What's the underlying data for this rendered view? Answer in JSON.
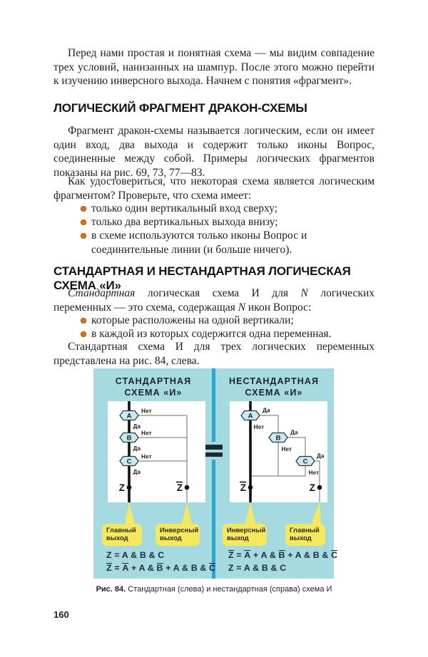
{
  "page": {
    "number": "160"
  },
  "headings": {
    "h1": "ЛОГИЧЕСКИЙ ФРАГМЕНТ ДРАКОН-СХЕМЫ",
    "h2": "СТАНДАРТНАЯ И НЕСТАНДАРТНАЯ ЛОГИЧЕСКАЯ СХЕМА «И»"
  },
  "paragraphs": {
    "intro": "Перед нами простая и понятная схема — мы видим совпадение трех условий, нанизанных на шампур. После этого можно перейти к изучению инверсного выхода. Начнем с понятия «фрагмент».",
    "fragment_def": "Фрагмент дракон-схемы называется логическим, если он имеет один вход, два выхода и содержит только иконы Вопрос, соединенные между собой. Примеры логических фрагментов показаны на рис. 69, 73, 77—83.",
    "check_question": "Как удостовериться, что некоторая схема является логическим фрагментом? Проверьте, что схема имеет:",
    "standard_def": {
      "lead_italic": "Стандартная",
      "mid1": " логическая схема И для ",
      "n1": "N",
      "mid2": " логических переменных — это схема, содержащая ",
      "n2": "N",
      "tail": " икон Вопрос:"
    },
    "standard_shown": "Стандартная схема И для трех логических переменных представлена на рис. 84, слева."
  },
  "bullets_logical": [
    "только один вертикальный вход сверху;",
    "только два вертикальных выхода внизу;",
    "в схеме используются только иконы Вопрос и соединительные линии (и больше ничего)."
  ],
  "bullets_standard": [
    "которые расположены на одной вертикали;",
    "в каждой из которых содержится одна переменная."
  ],
  "figure": {
    "left_title_line1": "СТАНДАРТНАЯ",
    "left_title_line2": "СХЕМА «И»",
    "right_title_line1": "НЕСТАНДАРТНАЯ",
    "right_title_line2": "СХЕМА «И»",
    "labels": {
      "yes": "Да",
      "no": "Нет"
    },
    "icons": [
      "A",
      "B",
      "C"
    ],
    "out": "Z",
    "callouts": {
      "main": "Главный выход",
      "inverse": "Инверсный выход"
    },
    "formulas_left": [
      [
        {
          "t": "Z"
        },
        {
          "t": " = A & B & C"
        }
      ],
      [
        {
          "t": "Z",
          "b": true
        },
        {
          "t": " = "
        },
        {
          "t": "A",
          "b": true
        },
        {
          "t": " + A & "
        },
        {
          "t": "B",
          "b": true
        },
        {
          "t": " + A & B & "
        },
        {
          "t": "C",
          "b": true
        }
      ]
    ],
    "formulas_right": [
      [
        {
          "t": "Z",
          "b": true
        },
        {
          "t": " = "
        },
        {
          "t": "A",
          "b": true
        },
        {
          "t": " + A & "
        },
        {
          "t": "B",
          "b": true
        },
        {
          "t": " + A & B & "
        },
        {
          "t": "C",
          "b": true
        }
      ],
      [
        {
          "t": "Z"
        },
        {
          "t": " = A & B & C"
        }
      ]
    ],
    "caption_label": "Рис. 84.",
    "caption_text": " Стандартная (слева) и нестандартная (справа) схема И"
  },
  "colors": {
    "figure_bg": "#a5dbe0",
    "divider_blue": "#2aa6d5",
    "equals_dark": "#1c2b2e",
    "callout_yellow": "#f5e85f",
    "hexagon_fill": "#c9ebf0",
    "bullet_orange": "#d9720f"
  }
}
